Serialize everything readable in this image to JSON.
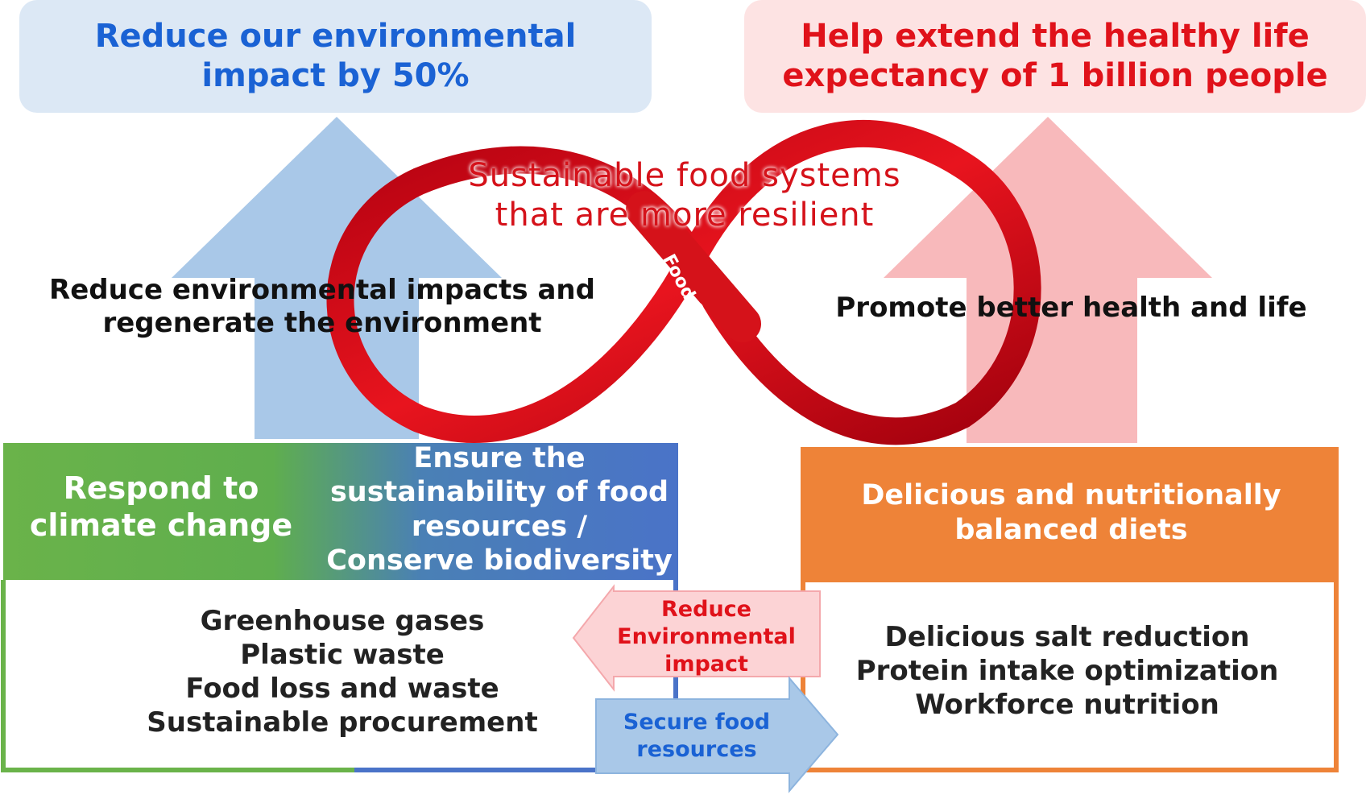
{
  "goals": {
    "environment": "Reduce our environmental impact by 50%",
    "health": "Help extend the healthy life expectancy of 1 billion people"
  },
  "ribbon": {
    "caption_line1": "Sustainable food systems",
    "caption_line2": "that are more resilient",
    "label": "Food System"
  },
  "arrows": {
    "left_line1": "Reduce environmental impacts and",
    "left_line2": "regenerate the environment",
    "right": "Promote better health and life"
  },
  "sections": {
    "climate_line1": "Respond to",
    "climate_line2": "climate change",
    "resources_line1": "Ensure the",
    "resources_line2": "sustainability of food",
    "resources_line3": "resources /",
    "resources_line4": "Conserve biodiversity",
    "diets_line1": "Delicious and nutritionally",
    "diets_line2": "balanced diets"
  },
  "environment_items": [
    "Greenhouse gases",
    "Plastic waste",
    "Food loss and waste",
    "Sustainable procurement"
  ],
  "health_items": [
    "Delicious salt reduction",
    "Protein intake optimization",
    "Workforce nutrition"
  ],
  "flows": {
    "reduce_line1": "Reduce",
    "reduce_line2": "Environmental",
    "reduce_line3": "impact",
    "secure_line1": "Secure food",
    "secure_line2": "resources"
  },
  "colors": {
    "environment_blue": "#1a62d4",
    "health_red": "#e0121a",
    "climate_green": "#6ab34a",
    "resources_blue": "#4a73c8",
    "diets_orange": "#ee8338",
    "ribbon_red": "#d5121a"
  }
}
